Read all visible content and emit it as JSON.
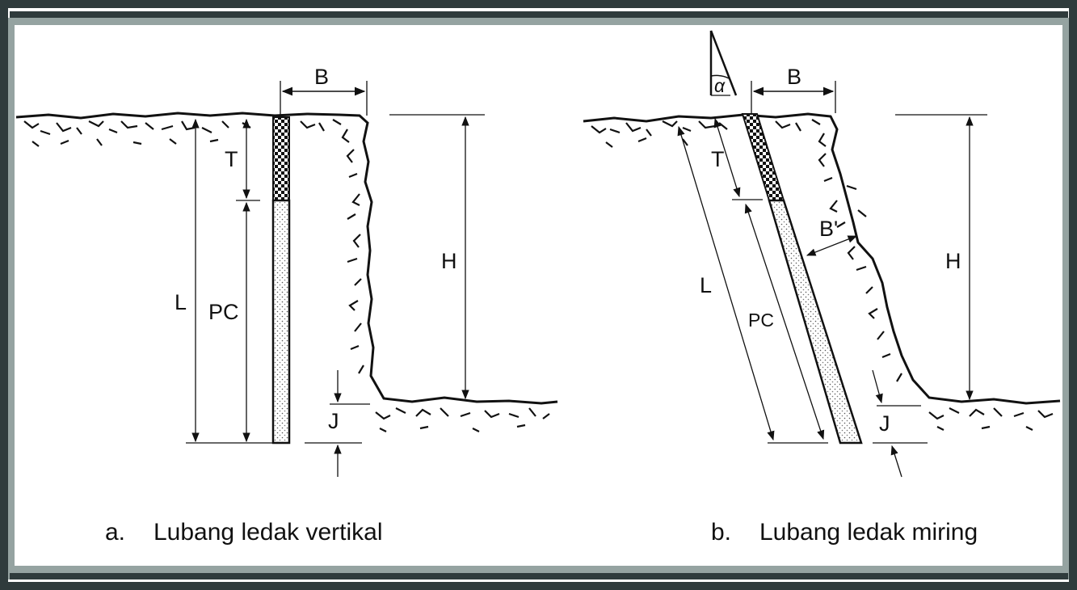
{
  "colors": {
    "frame_outer": "#2f3b3c",
    "frame_inner": "#95a3a1",
    "ink": "#111111"
  },
  "figure_a": {
    "labels": {
      "B": "B",
      "T": "T",
      "L": "L",
      "PC": "PC",
      "H": "H",
      "J": "J"
    },
    "caption_letter": "a.",
    "caption_text": "Lubang ledak vertikal"
  },
  "figure_b": {
    "labels": {
      "alpha": "α",
      "B": "B",
      "B_prime": "B'",
      "T": "T",
      "L": "L",
      "PC": "PC",
      "H": "H",
      "J": "J"
    },
    "caption_letter": "b.",
    "caption_text": "Lubang ledak miring"
  }
}
